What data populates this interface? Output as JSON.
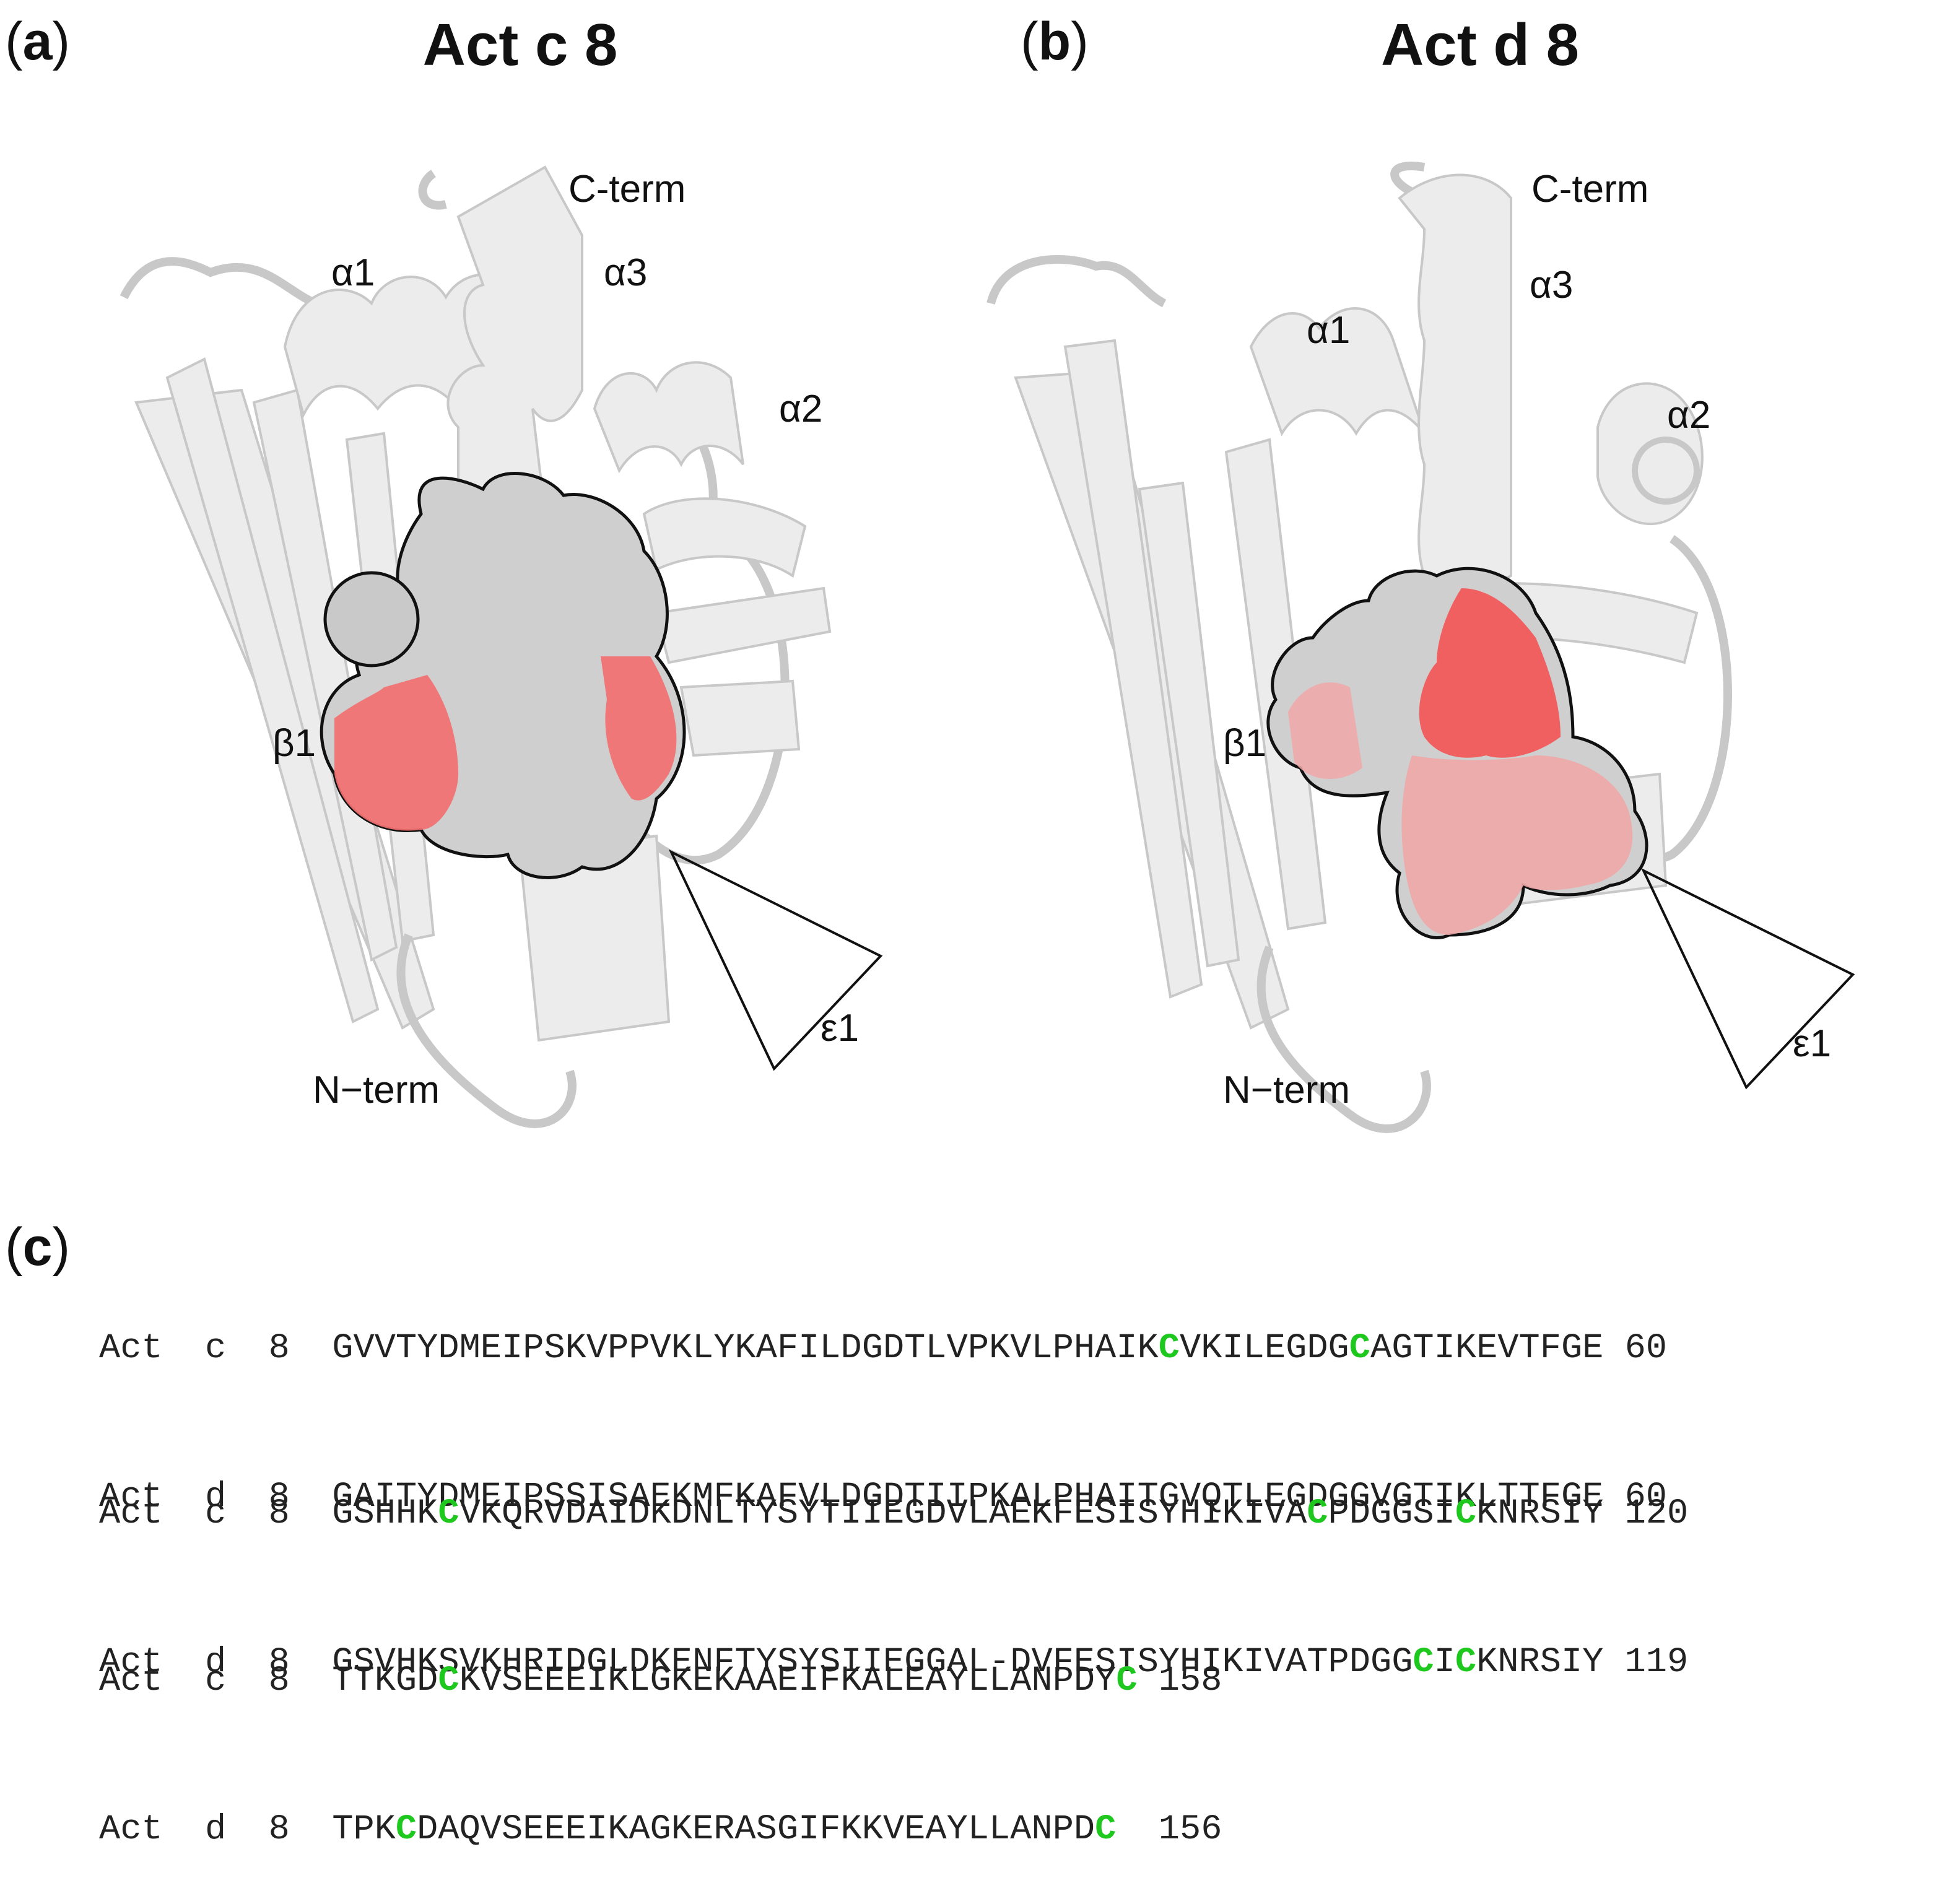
{
  "panels": [
    {
      "letter": "a",
      "title": "Act c 8",
      "labels": {
        "cterm": "C-term",
        "nterm": "N−term",
        "a1": "α1",
        "a2": "α2",
        "a3": "α3",
        "b1": "β1",
        "e1": "ε1"
      }
    },
    {
      "letter": "b",
      "title": "Act d 8",
      "labels": {
        "cterm": "C-term",
        "nterm": "N−term",
        "a1": "α1",
        "a2": "α2",
        "a3": "α3",
        "b1": "β1",
        "e1": "ε1"
      }
    }
  ],
  "panel_c": {
    "letter": "c"
  },
  "alignment": [
    [
      {
        "name": "Act c 8",
        "seq": "GVVTYDMEIPSKVPPVKLYKAFILDGDTLVPKVLPHAIKCVKILEGDGCAGTIKEVTFGE",
        "end": "60"
      },
      {
        "name": "Act d 8",
        "seq": "GAITYDMEIPSSISAEKMFKAFVLDGDTIIPKALPHAITGVQTLEGDGGVGTIKLTTFGE",
        "end": "60"
      }
    ],
    [
      {
        "name": "Act c 8",
        "seq": "GSHHKCVKQRVDAIDKDNLTYSYTIIEGDVLAEKFESISYHIKIVACPDGGSICKNRSIY",
        "end": "120"
      },
      {
        "name": "Act d 8",
        "seq": "GSVHKSVKHRIDGLDKENFTYSYSIIEGGAL-DVFESISYHIKIVATPDGGCICKNRSIY",
        "end": "119"
      }
    ],
    [
      {
        "name": "Act c 8",
        "seq": "TTKGDCKVSEEEIKLGKEKAAEIFKALEAYLLANPDYC",
        "end": "158"
      },
      {
        "name": "Act d 8",
        "seq": "TPKCDAQVSEEEIKAGKERASGIFKKVEAYLLANPDC ",
        "end": "156"
      }
    ]
  ],
  "colors": {
    "cysteine": "#1ec81e",
    "epitope_red": "#f25a5a",
    "ribbon": "#ececec"
  }
}
